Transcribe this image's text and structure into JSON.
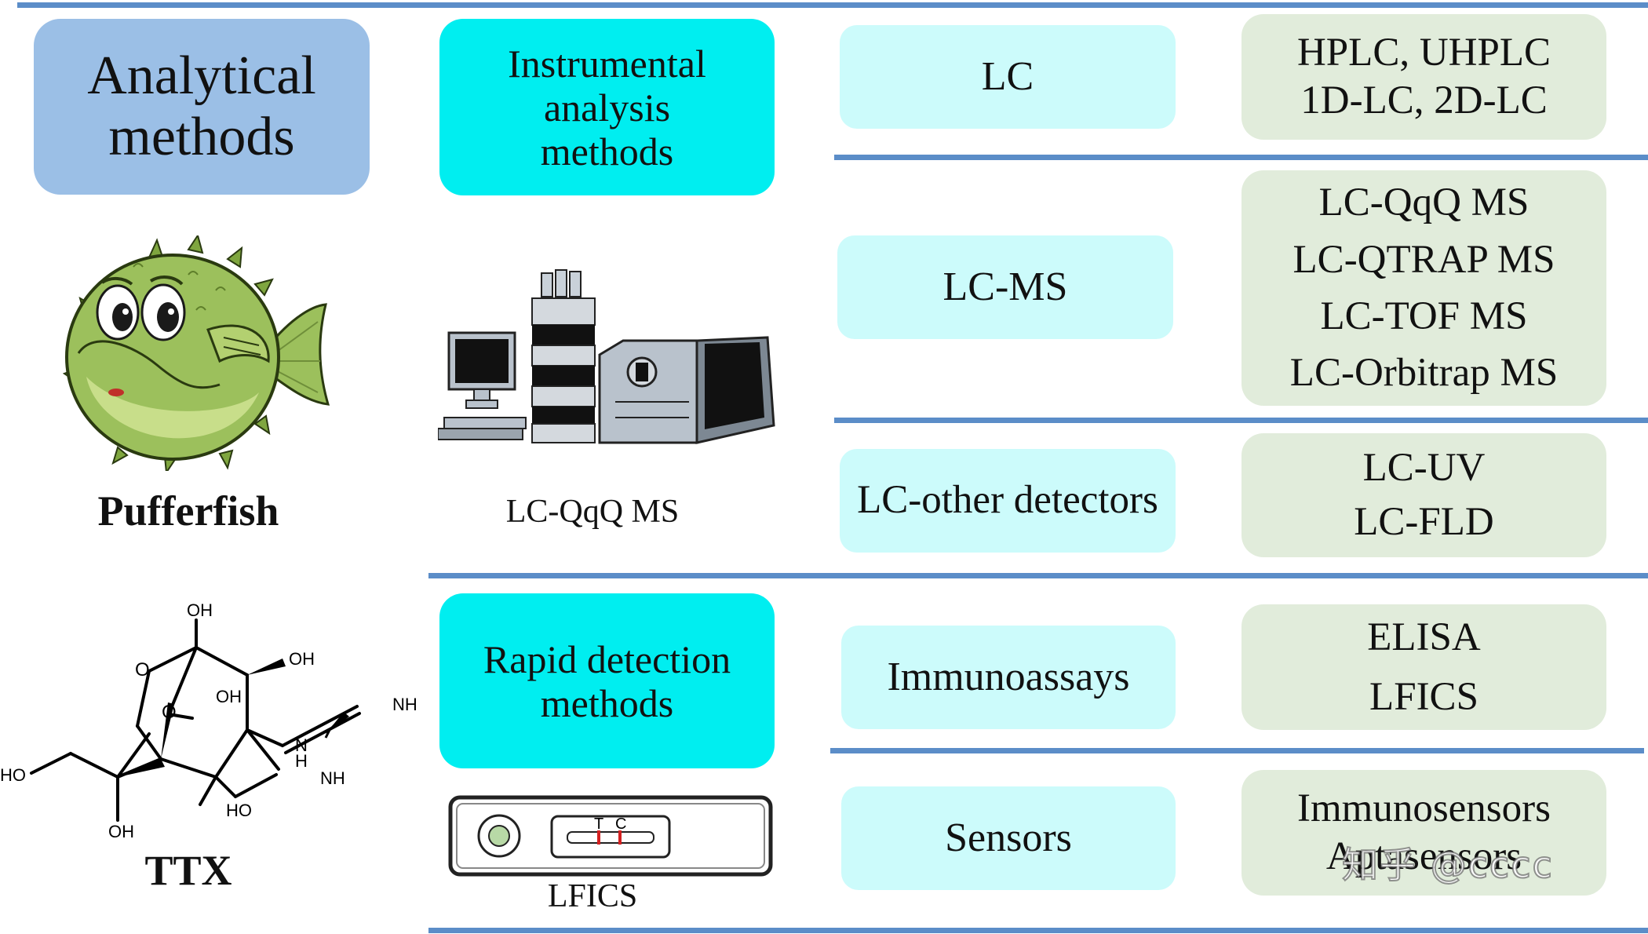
{
  "header": {
    "lines": [
      "Analytical",
      "methods"
    ]
  },
  "categories": {
    "instrumental": {
      "lines": [
        "Instrumental",
        "analysis",
        "methods"
      ]
    },
    "rapid": {
      "lines": [
        "Rapid detection",
        "methods"
      ]
    }
  },
  "subcategories": {
    "lc": "LC",
    "lcms": "LC-MS",
    "lc_other": "LC-other detectors",
    "immuno": "Immunoassays",
    "sensors": "Sensors"
  },
  "techniques": {
    "lc": [
      "HPLC, UHPLC",
      "1D-LC, 2D-LC"
    ],
    "lcms": [
      "LC-QqQ MS",
      "LC-QTRAP MS",
      "LC-TOF MS",
      "LC-Orbitrap MS"
    ],
    "lc_other": [
      "LC-UV",
      "LC-FLD"
    ],
    "immuno": [
      "ELISA",
      "LFICS"
    ],
    "sensors": [
      "Immunosensors",
      "Aptasensors"
    ]
  },
  "captions": {
    "pufferfish": "Pufferfish",
    "instrument": "LC-QqQ MS",
    "ttx": "TTX",
    "strip": "LFICS"
  },
  "ttx_structure_labels": {
    "oh_top": "OH",
    "oh_right": "OH",
    "o_ring": "O",
    "o_center": "O",
    "oh_inner": "OH",
    "nh_imine": "NH",
    "n_h": "N",
    "h": "H",
    "nh_lower": "NH",
    "ho_left": "HO",
    "ho_bottom": "HO",
    "oh_bottom": "OH"
  },
  "strip_labels": {
    "t": "T",
    "c": "C"
  },
  "watermark": "知乎 @cccc",
  "colors": {
    "header_bg": "#9bbfe6",
    "category_bg": "#00eef0",
    "subcategory_bg": "#ccfbfb",
    "technique_bg": "#e1ecdb",
    "rule": "#5b8dc8",
    "fish_body": "#9cc05c",
    "strip_line": "#d42020"
  },
  "icons": {
    "fish": "pufferfish-illustration",
    "instrument": "lc-ms-instrument-illustration",
    "molecule": "ttx-structure-diagram",
    "strip": "lateral-flow-strip-illustration"
  }
}
